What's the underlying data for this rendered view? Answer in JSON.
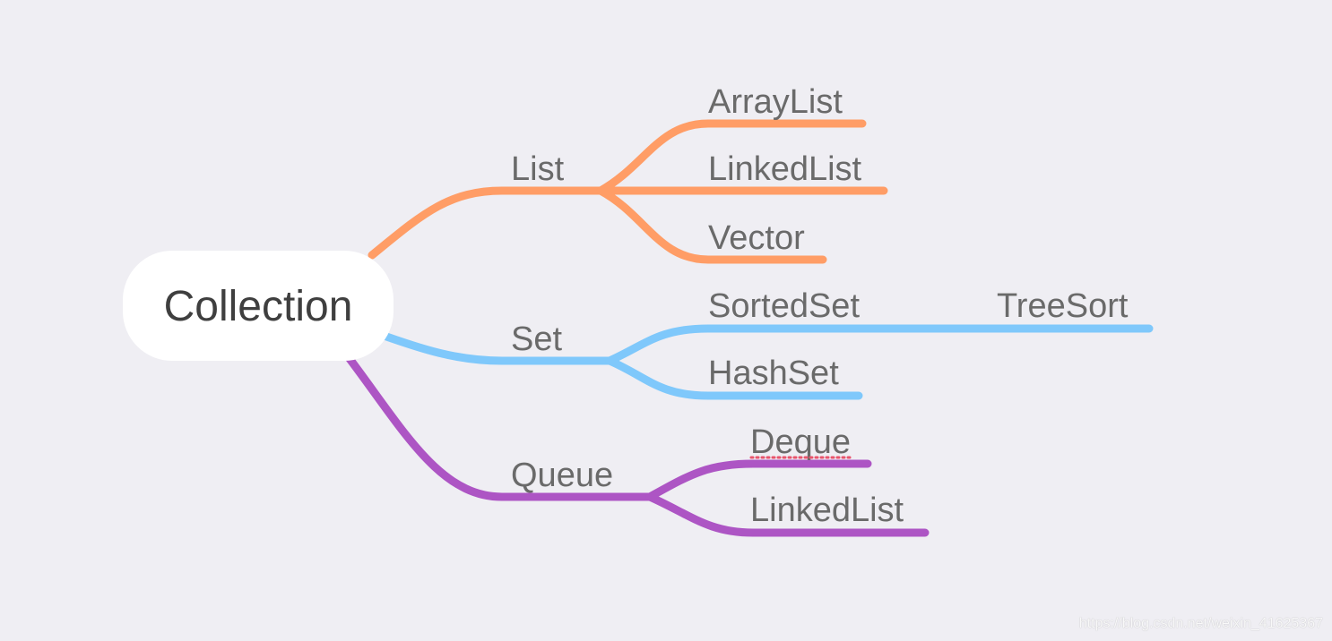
{
  "colors": {
    "background": "#efeef3",
    "list_branch": "#ff9d66",
    "set_branch": "#7fc8fb",
    "queue_branch": "#ad55c4",
    "root_fill": "#ffffff",
    "label_text": "#6a6a6a",
    "spellcheck_underline": "#e8556d"
  },
  "root": {
    "label": "Collection"
  },
  "branches": {
    "list": {
      "label": "List",
      "children": [
        "ArrayList",
        "LinkedList",
        "Vector"
      ]
    },
    "set": {
      "label": "Set",
      "children": [
        "SortedSet",
        "HashSet"
      ],
      "sortedset_child": "TreeSort"
    },
    "queue": {
      "label": "Queue",
      "children": [
        "Deque",
        "LinkedList"
      ]
    }
  },
  "watermark": "https://blog.csdn.net/weixin_41625367"
}
